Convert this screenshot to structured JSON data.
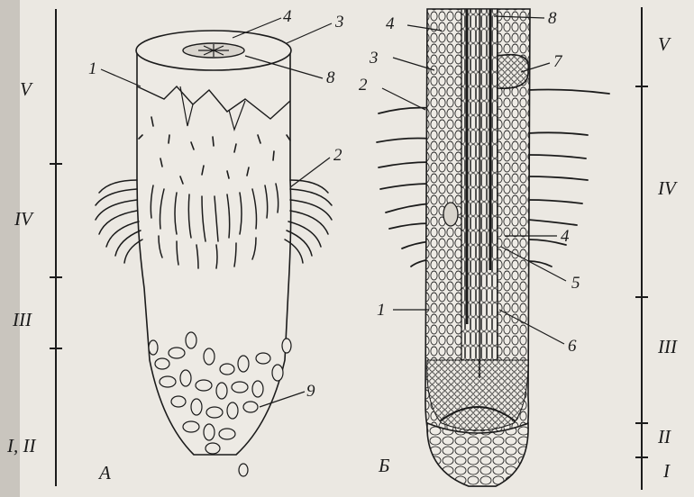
{
  "panel_a": {
    "letter": "А",
    "zones": [
      "V",
      "IV",
      "III",
      "I, II"
    ],
    "labels": [
      "1",
      "2",
      "3",
      "4",
      "8",
      "9"
    ]
  },
  "panel_b": {
    "letter": "Б",
    "zones": [
      "V",
      "IV",
      "III",
      "II",
      "I"
    ],
    "labels": [
      "1",
      "2",
      "3",
      "4",
      "4",
      "5",
      "6",
      "7",
      "8"
    ]
  }
}
